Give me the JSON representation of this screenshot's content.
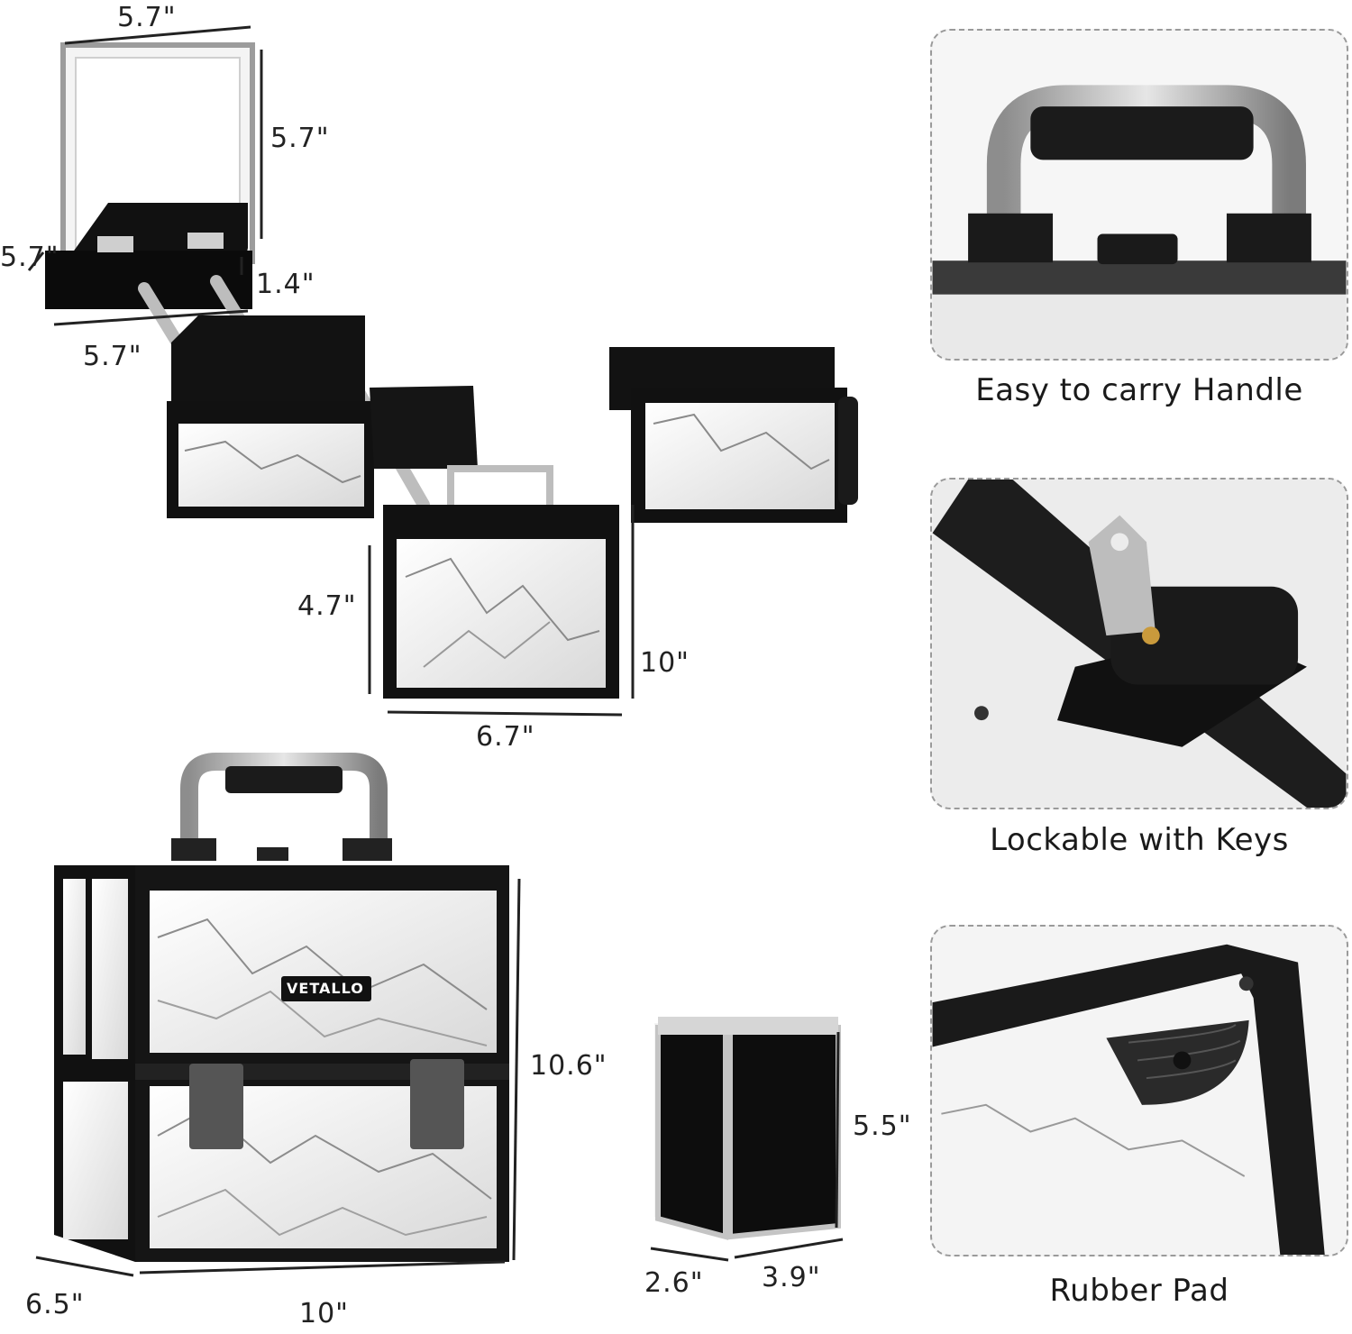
{
  "dimensions": {
    "tray_top_width": "5.7\"",
    "tray_top_height": "5.7\"",
    "tray_depth": "5.7\"",
    "tray_height": "1.4\"",
    "tray_bottom_width": "5.7\"",
    "open_height": "4.7\"",
    "open_total_height": "10\"",
    "open_width": "6.7\"",
    "case_height": "10.6\"",
    "case_depth": "6.5\"",
    "case_width": "10\"",
    "holder_height": "5.5\"",
    "holder_depth": "2.6\"",
    "holder_width": "3.9\""
  },
  "brand": {
    "logo_text": "VETALLO"
  },
  "features": [
    {
      "caption": "Easy to carry Handle",
      "icon": "handle-icon"
    },
    {
      "caption": "Lockable with Keys",
      "icon": "lock-key-icon"
    },
    {
      "caption": "Rubber Pad",
      "icon": "rubber-pad-icon"
    }
  ],
  "colors": {
    "frame": "#1c1c1c",
    "marble": "#f2f2f2",
    "silver": "#c9c9c9",
    "velvet": "#0d0d0d"
  }
}
